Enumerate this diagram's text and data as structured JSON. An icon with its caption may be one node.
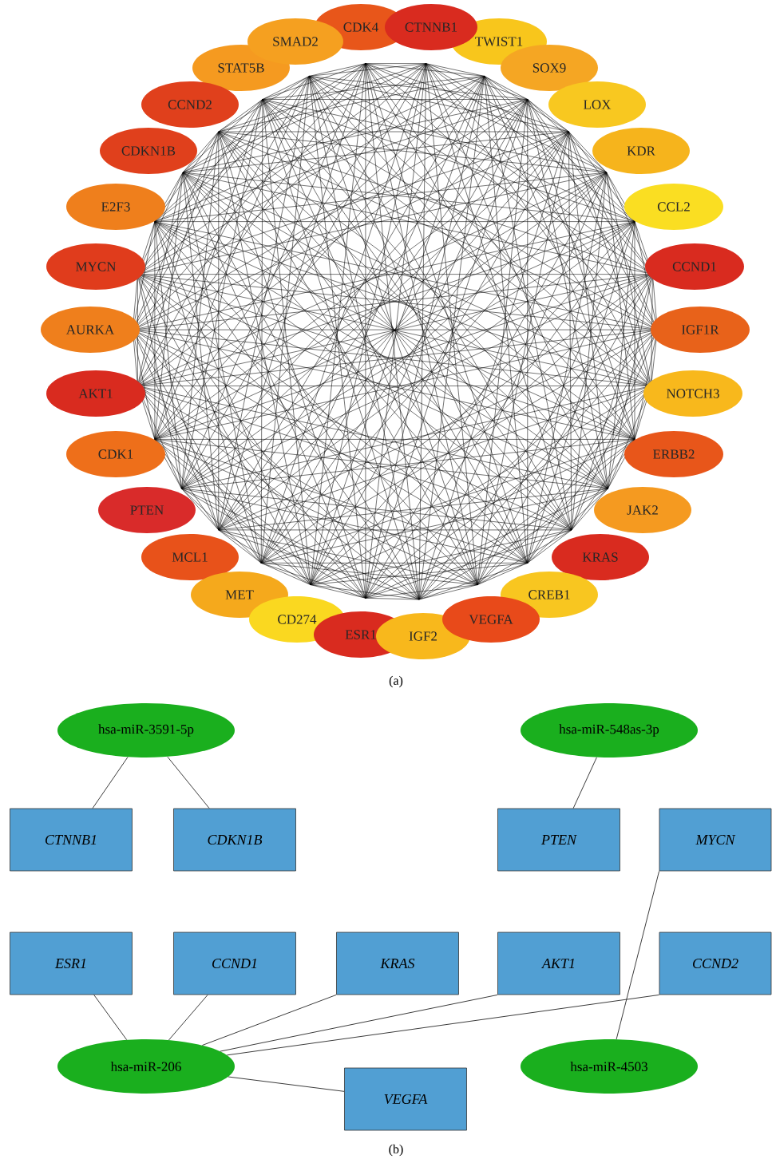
{
  "diagram": {
    "nodes": [
      {
        "text": [
          "SMAD2"
        ]
      },
      {
        "text": [
          "CDK4"
        ]
      },
      {
        "text": [
          "CTNNB1"
        ]
      },
      {
        "text": [
          "TWIST1"
        ]
      },
      {
        "text": [
          "SOX9"
        ]
      },
      {
        "text": [
          "LOX"
        ]
      },
      {
        "text": [
          "KDR"
        ]
      },
      {
        "text": [
          "CCL2"
        ]
      },
      {
        "text": [
          "CCND1"
        ]
      },
      {
        "text": [
          "IGF1R"
        ]
      },
      {
        "text": [
          "NOTCH3"
        ]
      },
      {
        "text": [
          "ERBB2"
        ]
      },
      {
        "text": [
          "JAK2"
        ]
      },
      {
        "text": [
          "KRAS"
        ]
      },
      {
        "text": [
          "CREB1"
        ]
      },
      {
        "text": [
          "VEGFA"
        ]
      },
      {
        "text": [
          "IGF2"
        ]
      },
      {
        "text": [
          "ESR1"
        ]
      },
      {
        "text": [
          "CD274"
        ]
      },
      {
        "text": [
          "MET"
        ]
      },
      {
        "text": [
          "MCL1"
        ]
      },
      {
        "text": [
          "PTEN"
        ]
      },
      {
        "text": [
          "CDK1"
        ]
      },
      {
        "text": [
          "AKT1"
        ]
      },
      {
        "text": [
          "AURKA"
        ]
      },
      {
        "text": [
          "MYCN"
        ]
      },
      {
        "text": [
          "E2F3"
        ]
      },
      {
        "text": [
          "CDKN1B"
        ]
      },
      {
        "text": [
          "CCND2"
        ]
      },
      {
        "text": [
          "STAT5B"
        ]
      },
      {
        "text": [
          "hsa-miR-3591-5p"
        ]
      },
      {
        "text": [
          "hsa-miR-548as-3p"
        ]
      },
      {
        "text": [
          "CTNNB1"
        ]
      },
      {
        "text": [
          "CDKN1B"
        ]
      },
      {
        "text": [
          "PTEN"
        ]
      },
      {
        "text": [
          "MYCN"
        ]
      },
      {
        "text": [
          "ESR1"
        ]
      },
      {
        "text": [
          "CCND1"
        ]
      },
      {
        "text": [
          "KRAS"
        ]
      },
      {
        "text": [
          "AKT1"
        ]
      },
      {
        "text": [
          "CCND2"
        ]
      },
      {
        "text": [
          "hsa-miR-206"
        ]
      },
      {
        "text": [
          "hsa-miR-4503"
        ]
      },
      {
        "text": [
          "VEGFA"
        ]
      }
    ],
    "edges": [
      {
        "from": 30,
        "to": 32,
        "arrow": "none"
      },
      {
        "from": 30,
        "to": 33,
        "arrow": "none"
      },
      {
        "from": 31,
        "to": 34,
        "arrow": "none"
      },
      {
        "from": 35,
        "to": 42,
        "arrow": "none"
      },
      {
        "from": 36,
        "to": 41,
        "arrow": "none"
      },
      {
        "from": 37,
        "to": 41,
        "arrow": "none"
      },
      {
        "from": 38,
        "to": 41,
        "arrow": "none"
      },
      {
        "from": 39,
        "to": 41,
        "arrow": "none"
      },
      {
        "from": 40,
        "to": 41,
        "arrow": "none"
      },
      {
        "from": 41,
        "to": 43,
        "arrow": "none"
      }
    ],
    "labels": [
      "(a)",
      "(b)"
    ]
  }
}
